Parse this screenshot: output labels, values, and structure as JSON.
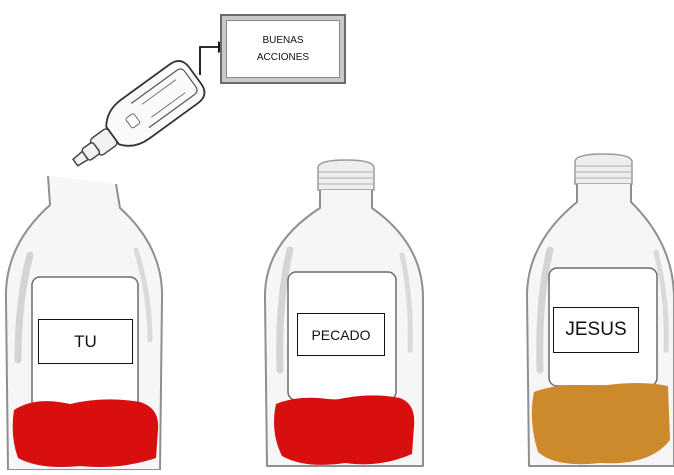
{
  "callout": {
    "line1": "BUENAS",
    "line2": "ACCIONES"
  },
  "bottles": [
    {
      "id": "tu",
      "label": "TU",
      "fill_color": "#d90f0f"
    },
    {
      "id": "pecado",
      "label": "PECADO",
      "fill_color": "#d90f0f"
    },
    {
      "id": "jesus",
      "label": "JESUS",
      "fill_color": "#cc8a2c"
    }
  ],
  "colors": {
    "glass_outline": "#8f8f8f",
    "glass_fill": "#f4f4f4",
    "label_outline": "#555555",
    "highlight": "#d8d8d8"
  }
}
